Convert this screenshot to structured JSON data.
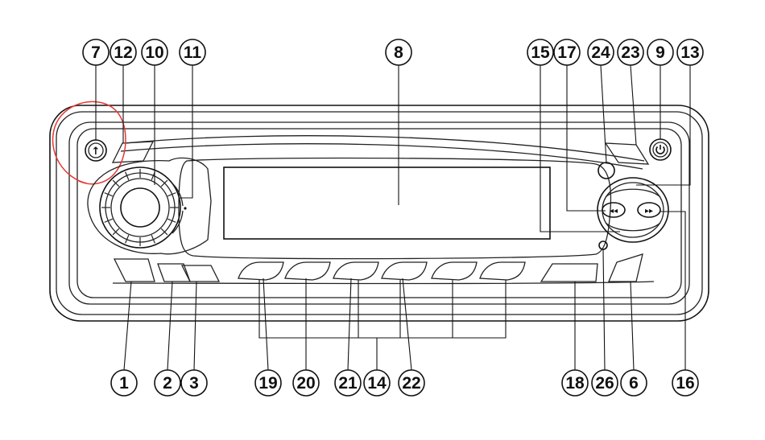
{
  "callouts": {
    "top": [
      "7",
      "12",
      "10",
      "11",
      "8",
      "15",
      "17",
      "24",
      "23",
      "9",
      "13"
    ],
    "bottom": [
      "1",
      "2",
      "3",
      "19",
      "20",
      "21",
      "14",
      "22",
      "18",
      "26",
      "6",
      "16"
    ]
  },
  "controls": {
    "release_symbol": "↑",
    "prev_symbol": "◂◂",
    "next_symbol": "▸▸"
  },
  "colors": {
    "line": "#111111",
    "annotation_circle": "#e53935",
    "background": "#ffffff"
  },
  "icons": [
    "release-arrow-icon",
    "power-icon",
    "prev-track-icon",
    "next-track-icon"
  ]
}
